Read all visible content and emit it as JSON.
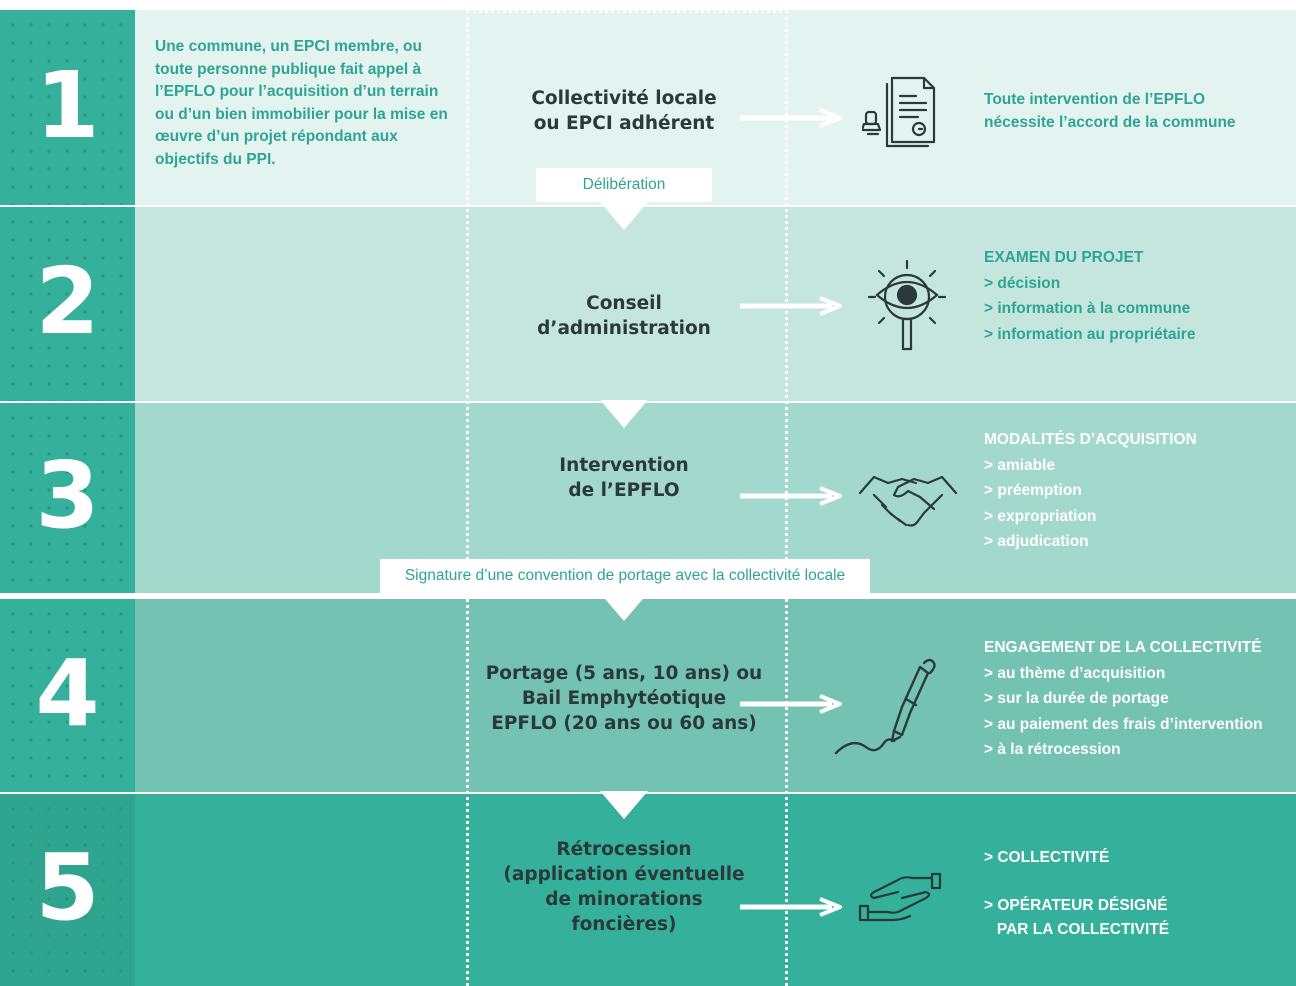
{
  "colors": {
    "row1_bg": "#e3f3f0",
    "row2_bg": "#c4e6df",
    "row3_bg": "#a3d8cc",
    "row4_bg": "#74c3b2",
    "row5_bg": "#35b09a",
    "accent": "#2fa58f",
    "dark_text": "#2a3a3a"
  },
  "steps": [
    {
      "number": "1",
      "description": "Une commune, un EPCI membre, ou toute personne publique fait appel à l’EPFLO pour l’acquisition d’un terrain ou d’un bien immobilier pour la mise en œuvre d’un projet répondant aux objectifs du PPI.",
      "center_lines": [
        "Collectivité locale",
        "ou EPCI adhérent"
      ],
      "icon": "document-stamp-icon",
      "right_title": "",
      "right_items": [
        "Toute intervention de l’EPFLO",
        "nécessite l’accord de la commune"
      ]
    },
    {
      "number": "2",
      "description": "",
      "center_lines": [
        "Conseil",
        "d’administration"
      ],
      "icon": "magnifier-eye-icon",
      "right_title": "EXAMEN DU PROJET",
      "right_items": [
        "> décision",
        "> information à la commune",
        "> information au propriétaire"
      ]
    },
    {
      "number": "3",
      "description": "",
      "center_lines": [
        "Intervention",
        "de l’EPFLO"
      ],
      "icon": "handshake-icon",
      "right_title": "MODALITÉS D’ACQUISITION",
      "right_items": [
        "> amiable",
        "> préemption",
        "> expropriation",
        "> adjudication"
      ]
    },
    {
      "number": "4",
      "description": "",
      "center_lines": [
        "Portage (5 ans, 10 ans) ou",
        "Bail Emphytéotique",
        "EPFLO (20 ans ou 60 ans)"
      ],
      "icon": "pen-signature-icon",
      "right_title": "ENGAGEMENT DE LA COLLECTIVITÉ",
      "right_items": [
        "> au thème d’acquisition",
        "> sur la durée de portage",
        "> au paiement des frais d’intervention",
        "> à la rétrocession"
      ]
    },
    {
      "number": "5",
      "description": "",
      "center_lines": [
        "Rétrocession",
        "(application éventuelle",
        "de minorations",
        "foncières)"
      ],
      "icon": "giving-hands-icon",
      "right_title": "",
      "right_items": [
        ">  COLLECTIVITÉ",
        "",
        "> OPÉRATEUR DÉSIGNÉ",
        "   PAR LA COLLECTIVITÉ"
      ]
    }
  ],
  "connectors": {
    "deliberation": "Délibération",
    "convention": "Signature d’une convention de portage avec la collectivité locale"
  }
}
